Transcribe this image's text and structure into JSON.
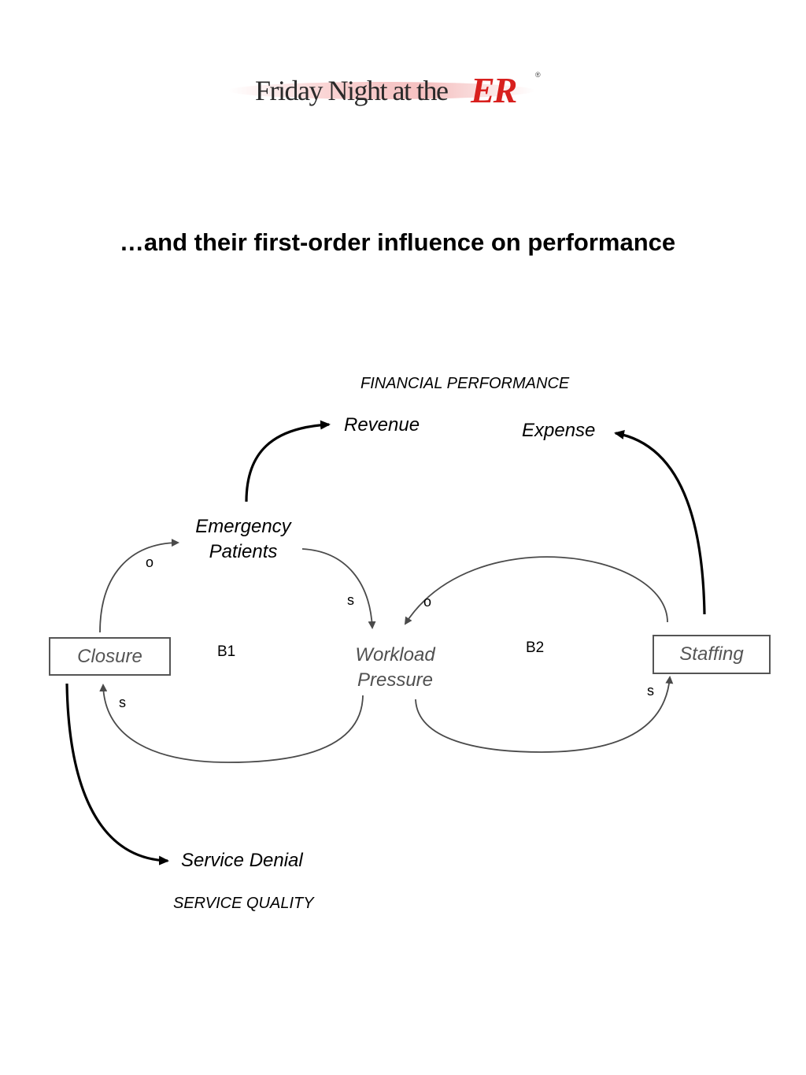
{
  "logo": {
    "text": "Friday Night at the",
    "er": "ER",
    "registered": "®"
  },
  "title": "…and their first-order influence on performance",
  "sections": {
    "financial": "FINANCIAL PERFORMANCE",
    "service": "SERVICE QUALITY"
  },
  "nodes": {
    "revenue": "Revenue",
    "expense": "Expense",
    "emergency_line1": "Emergency",
    "emergency_line2": "Patients",
    "closure": "Closure",
    "workload_line1": "Workload",
    "workload_line2": "Pressure",
    "staffing": "Staffing",
    "service_denial": "Service Denial"
  },
  "polarities": {
    "closure_to_emergency": "o",
    "emergency_to_workload": "s",
    "staffing_to_workload": "o",
    "workload_to_closure": "s",
    "workload_to_staffing": "s"
  },
  "loops": {
    "left": "B1",
    "right": "B2"
  },
  "colors": {
    "feedback": "#4a4a4a",
    "performance": "#000000",
    "brand_red": "#d8201e"
  }
}
